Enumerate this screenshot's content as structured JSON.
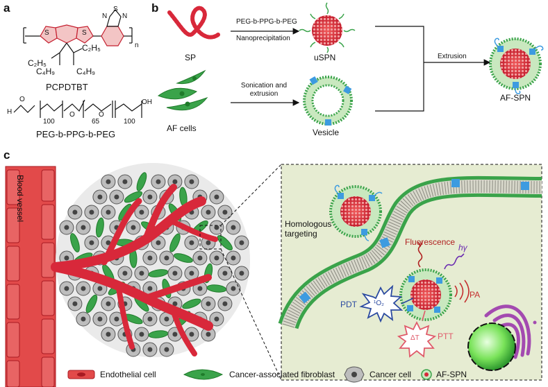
{
  "panels": {
    "a": "a",
    "b": "b",
    "c": "c"
  },
  "panel_a": {
    "polymer_name": "PCPDTBT",
    "copolymer_name": "PEG-b-PPG-b-PEG",
    "subscripts": {
      "n": "n",
      "peg1": "100",
      "ppg": "65",
      "peg2": "100"
    },
    "substituents": {
      "c2h5_left": "C₂H₅",
      "c4h9_left": "C₄H₉",
      "c2h5_right": "C₂H₅",
      "c4h9_right": "C₄H₉"
    },
    "atoms": {
      "s1": "S",
      "s2": "S",
      "s3": "S",
      "n1": "N",
      "n2": "N",
      "h": "H",
      "o1": "O",
      "o2": "O",
      "o3": "O",
      "oh": "OH"
    }
  },
  "panel_b": {
    "sp_label": "SP",
    "uspn_label": "uSPN",
    "af_cells_label": "AF cells",
    "vesicle_label": "Vesicle",
    "afspn_label": "AF-SPN",
    "arrow1_top": "PEG-b-PPG-b-PEG",
    "arrow1_bottom": "Nanoprecipitation",
    "arrow2_top": "Sonication and",
    "arrow2_bottom": "extrusion",
    "extrusion": "Extrusion"
  },
  "panel_c": {
    "blood_vessel": "Blood vessel",
    "homologous_targeting": "Homologous targeting",
    "fluorescence": "Fluorescence",
    "hv": "hγ",
    "pdt": "PDT",
    "o2": "¹O₂",
    "pa": "PA",
    "delta_t": "ΔT",
    "ptt": "PTT"
  },
  "legend": {
    "endothelial": "Endothelial cell",
    "fibroblast": "Cancer-associated fibroblast",
    "cancer": "Cancer cell",
    "afspn": "AF-SPN"
  },
  "colors": {
    "red": "#d8283a",
    "green": "#3aa34a",
    "light_green": "#c9e8bf",
    "blue_membrane": "#3d9be0",
    "panel_bg": "#e6ecd2",
    "gray_cell": "#bdbdbd"
  }
}
